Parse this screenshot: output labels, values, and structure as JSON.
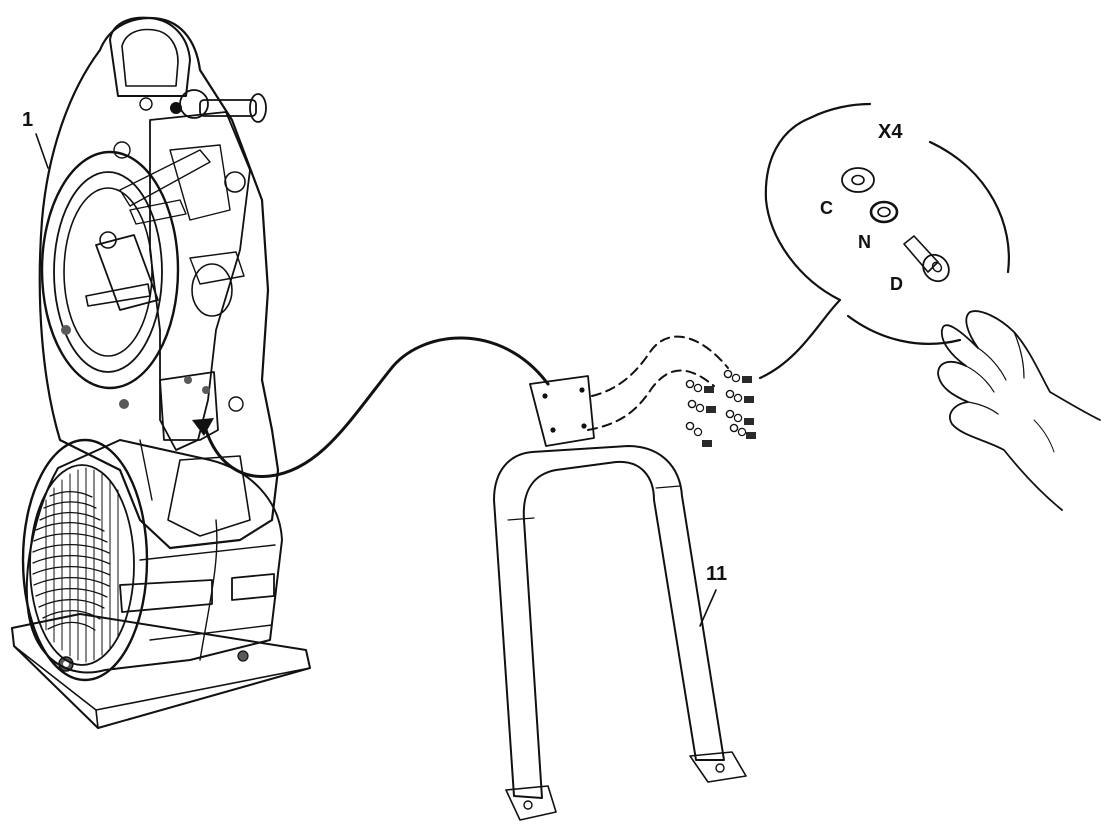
{
  "labels": {
    "main_unit": "1",
    "frame": "11",
    "quantity": "X4",
    "washer": "C",
    "lock_washer": "N",
    "bolt": "D"
  },
  "colors": {
    "ink": "#111111",
    "paper": "#ffffff",
    "fill_light": "#f4f4f4",
    "fill_mid": "#d9d9d9",
    "fill_dark": "#5a5a5a"
  }
}
